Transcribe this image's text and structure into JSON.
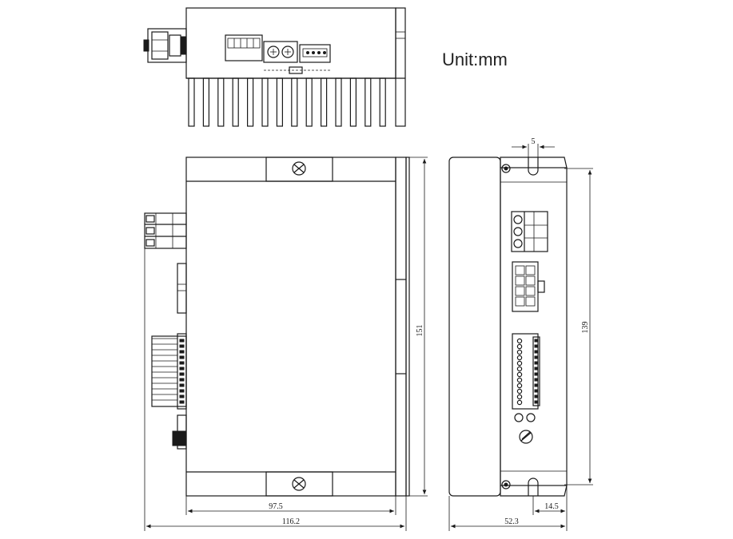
{
  "unit_label": "Unit:mm",
  "dimensions": {
    "front_inner_width": "97.5",
    "front_total_width": "116.2",
    "front_height": "151",
    "side_width": "52.3",
    "side_mount_height": "139",
    "slot_offset": "14.5",
    "slot_width": "5"
  },
  "colors": {
    "line": "#1a1a1a",
    "background": "#ffffff"
  }
}
